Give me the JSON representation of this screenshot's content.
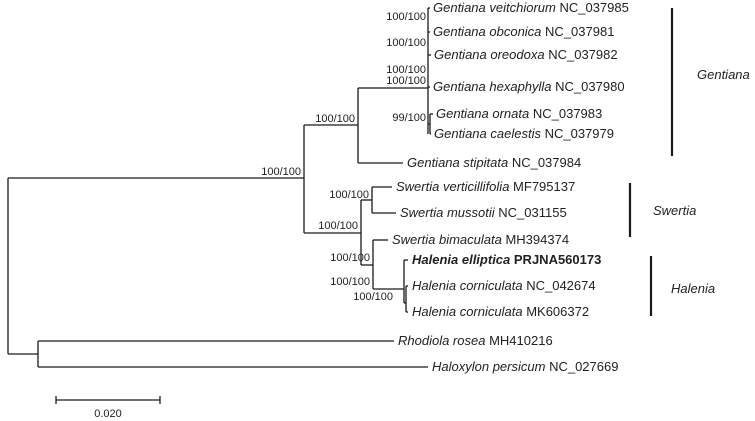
{
  "tree": {
    "tips": [
      {
        "id": "t1",
        "species": "Gentiana veitchiorum",
        "accession": "NC_037985",
        "bold": false
      },
      {
        "id": "t2",
        "species": "Gentiana obconica",
        "accession": "NC_037981",
        "bold": false
      },
      {
        "id": "t3",
        "species": "Gentiana oreodoxa",
        "accession": "NC_037982",
        "bold": false
      },
      {
        "id": "t4",
        "species": "Gentiana hexaphylla",
        "accession": "NC_037980",
        "bold": false
      },
      {
        "id": "t5",
        "species": "Gentiana ornata",
        "accession": "NC_037983",
        "bold": false
      },
      {
        "id": "t6",
        "species": "Gentiana caelestis",
        "accession": "NC_037979",
        "bold": false
      },
      {
        "id": "t7",
        "species": "Gentiana stipitata",
        "accession": "NC_037984",
        "bold": false
      },
      {
        "id": "t8",
        "species": "Swertia verticillifolia",
        "accession": "MF795137",
        "bold": false
      },
      {
        "id": "t9",
        "species": "Swertia mussotii",
        "accession": "NC_031155",
        "bold": false
      },
      {
        "id": "t10",
        "species": "Swertia bimaculata",
        "accession": "MH394374",
        "bold": false
      },
      {
        "id": "t11",
        "species": "Halenia elliptica",
        "accession": "PRJNA560173",
        "bold": true
      },
      {
        "id": "t12",
        "species": "Halenia corniculata",
        "accession": "NC_042674",
        "bold": false
      },
      {
        "id": "t13",
        "species": "Halenia corniculata",
        "accession": "MK606372",
        "bold": false
      },
      {
        "id": "t14",
        "species": "Rhodiola rosea",
        "accession": "MH410216",
        "bold": false
      },
      {
        "id": "t15",
        "species": "Haloxylon persicum",
        "accession": "NC_027669",
        "bold": false
      }
    ],
    "support": [
      {
        "id": "s1",
        "label": "100/100"
      },
      {
        "id": "s2",
        "label": "100/100"
      },
      {
        "id": "s3",
        "label": "100/100"
      },
      {
        "id": "s4",
        "label": "100/100"
      },
      {
        "id": "s5",
        "label": "99/100"
      },
      {
        "id": "s6",
        "label": "100/100"
      },
      {
        "id": "s7",
        "label": "100/100"
      },
      {
        "id": "s8",
        "label": "100/100"
      },
      {
        "id": "s9",
        "label": "100/100"
      },
      {
        "id": "s10",
        "label": "100/100"
      },
      {
        "id": "s11",
        "label": "100/100"
      },
      {
        "id": "s12",
        "label": "100/100"
      }
    ],
    "clades": [
      {
        "id": "c1",
        "name": "Gentiana"
      },
      {
        "id": "c2",
        "name": "Swertia"
      },
      {
        "id": "c3",
        "name": "Halenia"
      }
    ],
    "scale_bar": {
      "label": "0.020"
    }
  }
}
